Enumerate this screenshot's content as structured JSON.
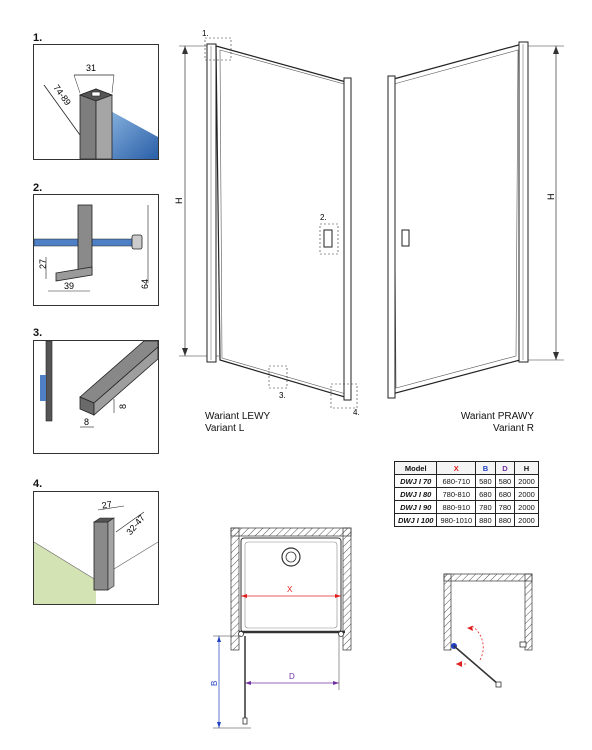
{
  "details": [
    {
      "number": "1.",
      "dims": [
        "31",
        "74-89"
      ]
    },
    {
      "number": "2.",
      "dims": [
        "27",
        "39",
        "64"
      ]
    },
    {
      "number": "3.",
      "dims": [
        "8",
        "8"
      ]
    },
    {
      "number": "4.",
      "dims": [
        "27",
        "32-47"
      ]
    }
  ],
  "callouts": [
    "1.",
    "2.",
    "3.",
    "4."
  ],
  "height_label": "H",
  "variant_left": {
    "line1": "Wariant LEWY",
    "line2": "Variant L"
  },
  "variant_right": {
    "line1": "Wariant PRAWY",
    "line2": "Variant R"
  },
  "table": {
    "headers": [
      "Model",
      "X",
      "B",
      "D",
      "H"
    ],
    "header_colors": {
      "X": "#e02020",
      "B": "#2040c0",
      "D": "#7030a0",
      "H": "#111111"
    },
    "rows": [
      [
        "DWJ I 70",
        "680-710",
        "580",
        "580",
        "2000"
      ],
      [
        "DWJ I 80",
        "780-810",
        "680",
        "680",
        "2000"
      ],
      [
        "DWJ I 90",
        "880-910",
        "780",
        "780",
        "2000"
      ],
      [
        "DWJ I 100",
        "980-1010",
        "880",
        "880",
        "2000"
      ]
    ]
  },
  "plan": {
    "x_label": "X",
    "d_label": "D",
    "b_label": "B"
  }
}
